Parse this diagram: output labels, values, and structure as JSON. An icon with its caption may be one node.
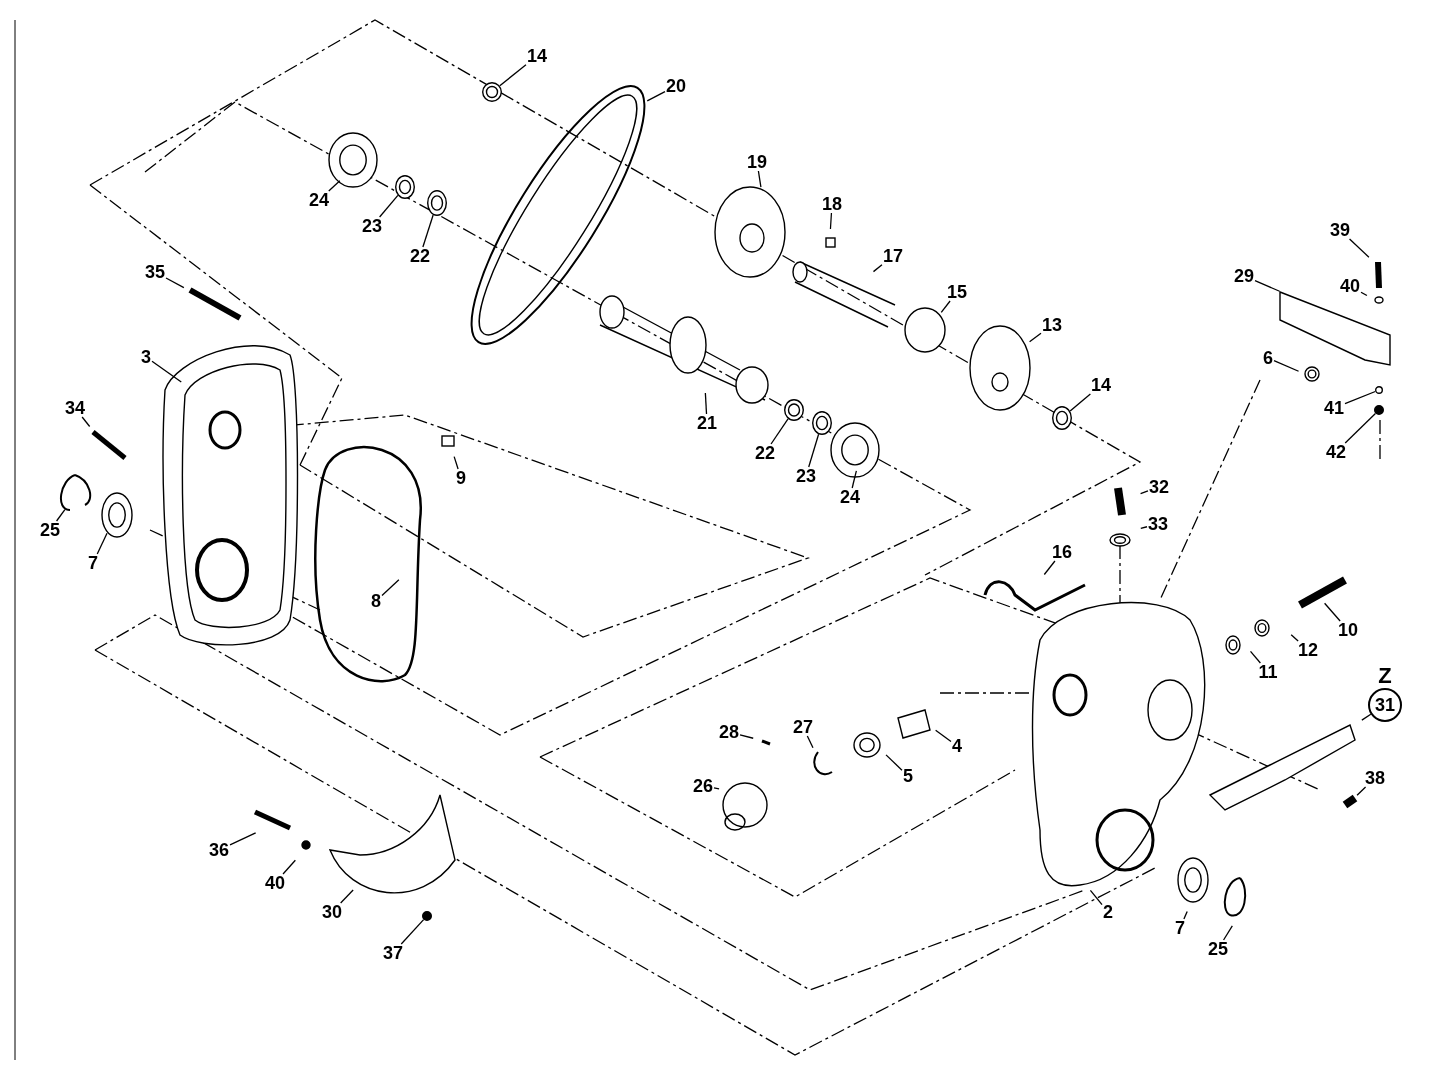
{
  "diagram": {
    "nodes": [
      {
        "text": [
          "14"
        ]
      },
      {
        "text": [
          "20"
        ]
      },
      {
        "text": [
          "24"
        ]
      },
      {
        "text": [
          "23"
        ]
      },
      {
        "text": [
          "22"
        ]
      },
      {
        "text": [
          "19"
        ]
      },
      {
        "text": [
          "18"
        ]
      },
      {
        "text": [
          "17"
        ]
      },
      {
        "text": [
          "15"
        ]
      },
      {
        "text": [
          "13"
        ]
      },
      {
        "text": [
          "14"
        ]
      },
      {
        "text": [
          "21"
        ]
      },
      {
        "text": [
          "22"
        ]
      },
      {
        "text": [
          "23"
        ]
      },
      {
        "text": [
          "24"
        ]
      },
      {
        "text": [
          "35"
        ]
      },
      {
        "text": [
          "3"
        ]
      },
      {
        "text": [
          "34"
        ]
      },
      {
        "text": [
          "9"
        ]
      },
      {
        "text": [
          "25"
        ]
      },
      {
        "text": [
          "7"
        ]
      },
      {
        "text": [
          "8"
        ]
      },
      {
        "text": [
          "39"
        ]
      },
      {
        "text": [
          "40"
        ]
      },
      {
        "text": [
          "29"
        ]
      },
      {
        "text": [
          "6"
        ]
      },
      {
        "text": [
          "41"
        ]
      },
      {
        "text": [
          "42"
        ]
      },
      {
        "text": [
          "32"
        ]
      },
      {
        "text": [
          "33"
        ]
      },
      {
        "text": [
          "16"
        ]
      },
      {
        "text": [
          "10"
        ]
      },
      {
        "text": [
          "12"
        ]
      },
      {
        "text": [
          "11"
        ]
      },
      {
        "text": [
          "31"
        ],
        "beside": [
          "Z"
        ]
      },
      {
        "text": [
          "28"
        ]
      },
      {
        "text": [
          "27"
        ]
      },
      {
        "text": [
          "4"
        ]
      },
      {
        "text": [
          "5"
        ]
      },
      {
        "text": [
          "26"
        ]
      },
      {
        "text": [
          "38"
        ]
      },
      {
        "text": [
          "36"
        ]
      },
      {
        "text": [
          "40"
        ]
      },
      {
        "text": [
          "30"
        ]
      },
      {
        "text": [
          "37"
        ]
      },
      {
        "text": [
          "2"
        ]
      },
      {
        "text": [
          "7"
        ]
      },
      {
        "text": [
          "25"
        ]
      },
      {
        "text": [],
        "shape": "circle"
      },
      {
        "text": [],
        "shape": "circle"
      },
      {
        "text": [],
        "shape": "circle"
      },
      {
        "text": [],
        "shape": "circle"
      },
      {
        "text": [],
        "shape": "circle"
      },
      {
        "text": [],
        "shape": "circle"
      },
      {
        "text": [],
        "shape": "circle"
      },
      {
        "text": [],
        "shape": "circle"
      },
      {
        "text": [],
        "shape": "circle"
      }
    ],
    "edges": [
      {
        "from": 0,
        "to": 48,
        "arrow": "none"
      },
      {
        "from": 1,
        "to": null,
        "arrow": "none"
      },
      {
        "from": 2,
        "to": null,
        "arrow": "none"
      },
      {
        "from": 3,
        "to": 49,
        "arrow": "none"
      },
      {
        "from": 4,
        "to": 50,
        "arrow": "none"
      },
      {
        "from": 5,
        "to": null,
        "arrow": "none"
      },
      {
        "from": 6,
        "to": null,
        "arrow": "none"
      },
      {
        "from": 7,
        "to": null,
        "arrow": "none"
      },
      {
        "from": 8,
        "to": null,
        "arrow": "none"
      },
      {
        "from": 9,
        "to": null,
        "arrow": "none"
      },
      {
        "from": 10,
        "to": 51,
        "arrow": "none"
      },
      {
        "from": 11,
        "to": null,
        "arrow": "none"
      },
      {
        "from": 12,
        "to": 52,
        "arrow": "none"
      },
      {
        "from": 13,
        "to": 53,
        "arrow": "none"
      },
      {
        "from": 14,
        "to": null,
        "arrow": "none"
      },
      {
        "from": 15,
        "to": null,
        "arrow": "none"
      },
      {
        "from": 16,
        "to": null,
        "arrow": "none"
      },
      {
        "from": 17,
        "to": null,
        "arrow": "none"
      },
      {
        "from": 18,
        "to": null,
        "arrow": "none"
      },
      {
        "from": 19,
        "to": null,
        "arrow": "none"
      },
      {
        "from": 20,
        "to": null,
        "arrow": "none"
      },
      {
        "from": 21,
        "to": null,
        "arrow": "none"
      },
      {
        "from": 22,
        "to": null,
        "arrow": "none"
      },
      {
        "from": 23,
        "to": null,
        "arrow": "none"
      },
      {
        "from": 24,
        "to": null,
        "arrow": "none"
      },
      {
        "from": 25,
        "to": null,
        "arrow": "none"
      },
      {
        "from": 26,
        "to": 55,
        "arrow": "none"
      },
      {
        "from": 27,
        "to": 56,
        "arrow": "none"
      },
      {
        "from": 28,
        "to": null,
        "arrow": "none"
      },
      {
        "from": 29,
        "to": null,
        "arrow": "none"
      },
      {
        "from": 30,
        "to": null,
        "arrow": "none"
      },
      {
        "from": 31,
        "to": null,
        "arrow": "none"
      },
      {
        "from": 32,
        "to": null,
        "arrow": "none"
      },
      {
        "from": 33,
        "to": null,
        "arrow": "none"
      },
      {
        "from": 34,
        "to": null,
        "arrow": "none"
      },
      {
        "from": 35,
        "to": null,
        "arrow": "none"
      },
      {
        "from": 36,
        "to": null,
        "arrow": "none"
      },
      {
        "from": 37,
        "to": null,
        "arrow": "none"
      },
      {
        "from": 38,
        "to": null,
        "arrow": "none"
      },
      {
        "from": 39,
        "to": null,
        "arrow": "none"
      },
      {
        "from": 40,
        "to": null,
        "arrow": "none"
      },
      {
        "from": 41,
        "to": null,
        "arrow": "none"
      },
      {
        "from": 42,
        "to": null,
        "arrow": "none"
      },
      {
        "from": 43,
        "to": null,
        "arrow": "none"
      },
      {
        "from": 44,
        "to": 54,
        "arrow": "none"
      },
      {
        "from": 45,
        "to": null,
        "arrow": "none"
      },
      {
        "from": 46,
        "to": null,
        "arrow": "none"
      },
      {
        "from": 47,
        "to": null,
        "arrow": "none"
      }
    ]
  }
}
